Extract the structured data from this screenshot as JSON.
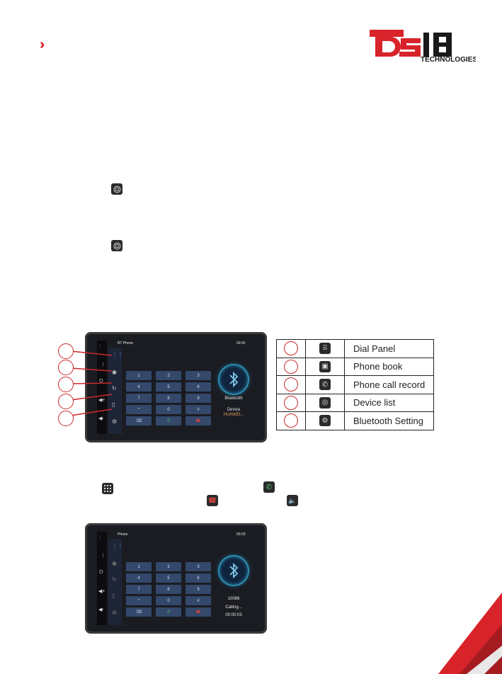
{
  "brand": {
    "logo_main": "DS18",
    "logo_sub": "TECHNOLOGIES",
    "accent": "#d8232a"
  },
  "screen1": {
    "app_title": "BT Phone",
    "time": "00:02",
    "keys": [
      "1",
      "2",
      "3",
      "4",
      "5",
      "6",
      "7",
      "8",
      "9",
      "*",
      "0",
      "#"
    ],
    "bt_label": "Bluetooth",
    "device_label": "Device",
    "device_name": "HUAWEI..."
  },
  "legend": {
    "rows": [
      {
        "icon": "dial-panel-icon",
        "label": "Dial Panel"
      },
      {
        "icon": "phone-book-icon",
        "label": "Phone book"
      },
      {
        "icon": "call-record-icon",
        "label": "Phone call record"
      },
      {
        "icon": "device-list-icon",
        "label": "Device list"
      },
      {
        "icon": "bluetooth-setting-icon",
        "label": "Bluetooth Setting"
      }
    ]
  },
  "screen2": {
    "app_title": "Phone",
    "time": "00:03",
    "keys": [
      "1",
      "2",
      "3",
      "4",
      "5",
      "6",
      "7",
      "8",
      "9",
      "*",
      "0",
      "#"
    ],
    "call_number": "10086",
    "call_status": "Calling...",
    "call_duration": "00:00:03"
  }
}
